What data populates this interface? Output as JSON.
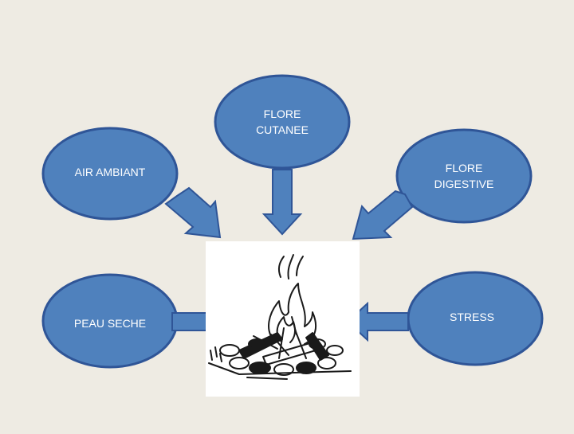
{
  "colors": {
    "background": "#eeebe3",
    "node_fill": "#4f81bd",
    "node_stroke": "#2f5597",
    "arrow_fill": "#4f81bd",
    "arrow_stroke": "#2f5597",
    "center_panel": "#ffffff"
  },
  "center": {
    "icon": "campfire-icon"
  },
  "nodes": {
    "flore_cutanee": {
      "line1": "FLORE",
      "line2": "CUTANEE"
    },
    "air_ambiant": {
      "label": "AIR AMBIANT"
    },
    "flore_digestive": {
      "line1": "FLORE",
      "line2": "DIGESTIVE"
    },
    "peau_seche": {
      "label": "PEAU SECHE"
    },
    "stress": {
      "label": "STRESS"
    }
  }
}
